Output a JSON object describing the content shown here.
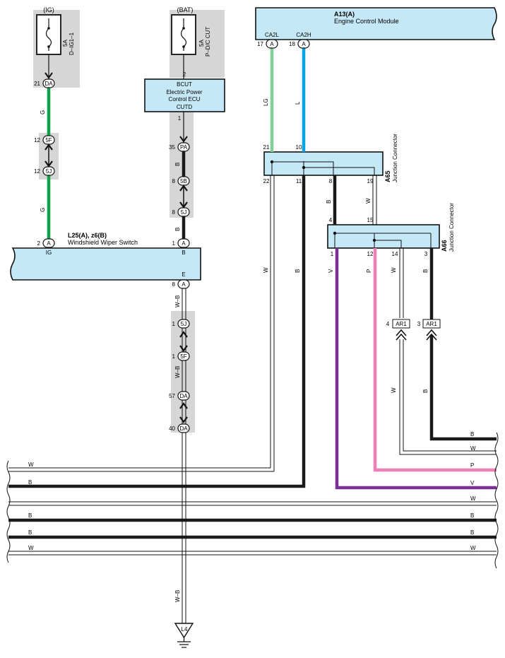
{
  "colors": {
    "box_fill": "#c5e8f7",
    "shade": "#d6d6d6",
    "green": "#0fa14a",
    "light_green": "#7fcf96",
    "blue": "#00a3e4",
    "black": "#1a1a1a",
    "violet": "#7a2f95",
    "pink": "#f07fb5"
  },
  "fuses": {
    "ig": {
      "source": "(IG)",
      "rating": "5A",
      "name": "D–IG1–1"
    },
    "bat": {
      "source": "(BAT)",
      "rating": "5A",
      "name": "P–D/C CUT"
    }
  },
  "ecm": {
    "id": "A13(A)",
    "name": "Engine Control Module",
    "pin_ca2l": "CA2L",
    "pin_ca2h": "CA2H",
    "num_17": "17",
    "num_18": "18",
    "conn_a": "A"
  },
  "epc_ecu": {
    "line1": "BCUT",
    "line2": "Electric Power",
    "line3": "Control ECU",
    "line4": "CUTD",
    "pin_top": "2",
    "pin_bot": "1"
  },
  "wiper_switch": {
    "id": "L25(A), z6(B)",
    "name": "Windshield Wiper Switch",
    "pin_ig": "IG",
    "pin_b": "B",
    "pin_e": "E",
    "num_2": "2",
    "num_1": "1",
    "num_8": "8"
  },
  "junction_a65": {
    "id": "A65",
    "name": "Junction Connector",
    "p21": "21",
    "p10": "10",
    "p22": "22",
    "p11": "11",
    "p8": "8",
    "p19": "19"
  },
  "junction_a66": {
    "id": "A66",
    "name": "Junction Connector",
    "p4": "4",
    "p15": "15",
    "p1": "1",
    "p12": "12",
    "p14": "14",
    "p3": "3"
  },
  "connectors": {
    "da": "DA",
    "a": "A",
    "p5f": "5F",
    "p5j": "5J",
    "pa": "PA",
    "p5b": "5B",
    "ar1": "AR1",
    "n21": "21",
    "n12a": "12",
    "n12b": "12",
    "n35": "35",
    "n8a": "8",
    "n8b": "8",
    "n1a": "1",
    "n1b": "1",
    "n57": "57",
    "n40": "40",
    "n4": "4",
    "n3": "3"
  },
  "wires": {
    "g1": "G",
    "g2": "G",
    "b1": "B",
    "b2": "B",
    "wb1": "W–B",
    "wb2": "W–B",
    "wb3": "W–B",
    "lg": "LG",
    "l": "L",
    "w19": "W",
    "b8": "B",
    "w22": "W",
    "b11": "B",
    "v1": "V",
    "p12": "P",
    "w14": "W",
    "b3": "B",
    "w_ar": "W",
    "b_ar": "B"
  },
  "bus_labels": {
    "r_b1": "B",
    "r_w1": "W",
    "r_p": "P",
    "r_v": "V",
    "r_w2": "W",
    "r_b2": "B",
    "r_b3": "B",
    "r_w3": "W",
    "l_w1": "W",
    "l_b1": "B",
    "l_b2": "B",
    "l_b3": "B",
    "l_w2": "W"
  },
  "ground": {
    "id": "L4"
  }
}
